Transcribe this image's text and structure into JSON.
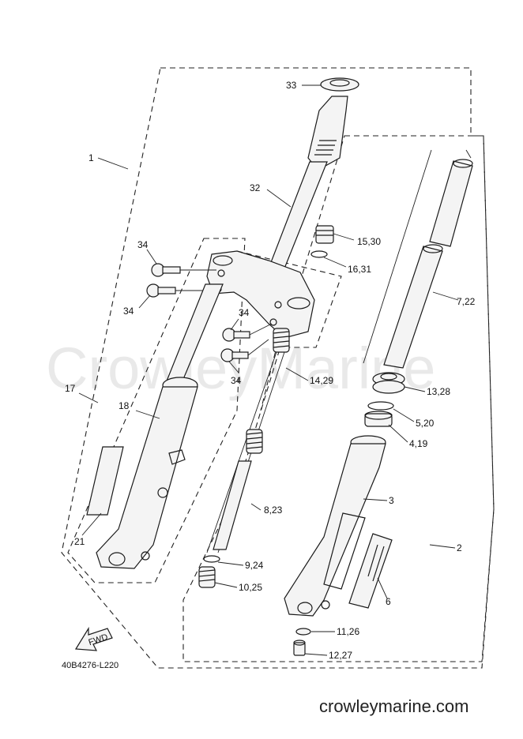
{
  "watermark": "CrowleyMarine",
  "website": "crowleymarine.com",
  "drawing_code": "40B4276-L220",
  "fwd_label": "FWD",
  "labels": {
    "l1": "1",
    "l2": "2",
    "l3": "3",
    "l4_19": "4,19",
    "l5_20": "5,20",
    "l6": "6",
    "l7_22": "7,22",
    "l8_23": "8,23",
    "l9_24": "9,24",
    "l10_25": "10,25",
    "l11_26": "11,26",
    "l12_27": "12,27",
    "l13_28": "13,28",
    "l14_29": "14,29",
    "l15_30": "15,30",
    "l16_31": "16,31",
    "l17": "17",
    "l18": "18",
    "l21": "21",
    "l32": "32",
    "l33": "33",
    "l34a": "34",
    "l34b": "34",
    "l34c": "34",
    "l34d": "34"
  }
}
